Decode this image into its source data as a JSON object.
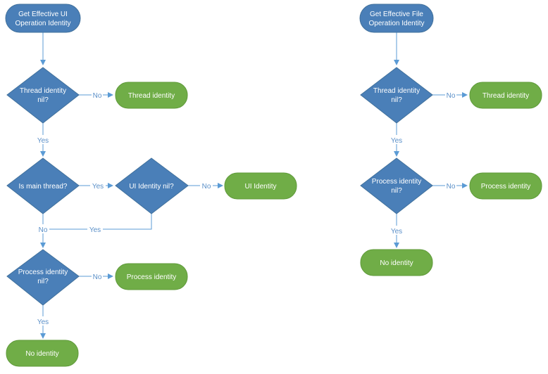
{
  "left": {
    "start": [
      "Get Effective UI",
      "Operation Identity"
    ],
    "thread_check": [
      "Thread identity",
      "nil?"
    ],
    "thread_result": "Thread identity",
    "main_thread_check": "Is main thread?",
    "ui_check": "UI Identity nil?",
    "ui_result": "UI Identity",
    "process_check": [
      "Process identity",
      "nil?"
    ],
    "process_result": "Process identity",
    "no_identity": "No identity"
  },
  "right": {
    "start": [
      "Get Effective File",
      "Operation Identity"
    ],
    "thread_check": [
      "Thread identity",
      "nil?"
    ],
    "thread_result": "Thread identity",
    "process_check": [
      "Process identity",
      "nil?"
    ],
    "process_result": "Process identity",
    "no_identity": "No identity"
  },
  "labels": {
    "yes": "Yes",
    "no": "No"
  }
}
